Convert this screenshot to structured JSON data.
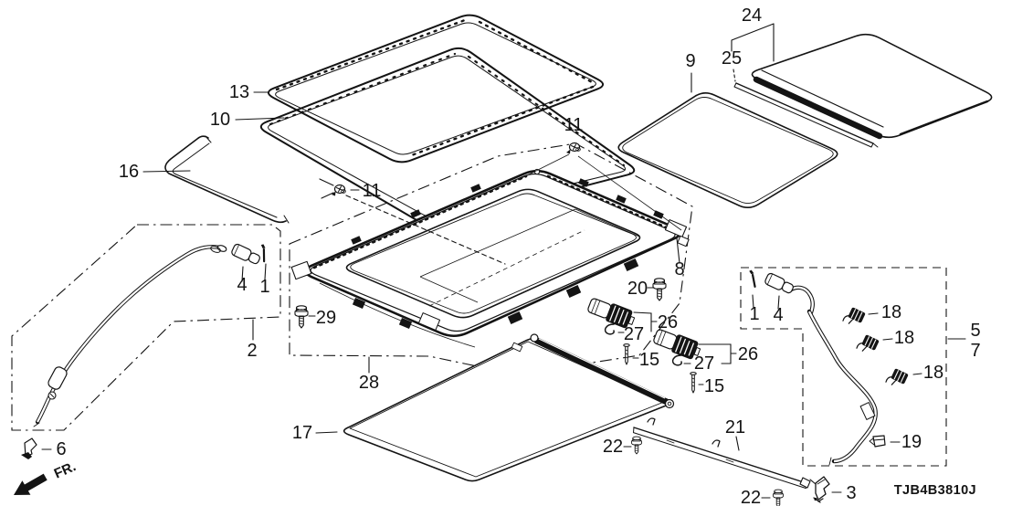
{
  "diagram": {
    "type": "exploded-parts-diagram",
    "subject": "sliding-roof",
    "code": "TJB4B3810J",
    "fr_label": "FR.",
    "colors": {
      "background": "#ffffff",
      "line": "#141414"
    },
    "callouts": [
      {
        "label": "13"
      },
      {
        "label": "10"
      },
      {
        "label": "16"
      },
      {
        "label": "11"
      },
      {
        "label": "11"
      },
      {
        "label": "9"
      },
      {
        "label": "24"
      },
      {
        "label": "25"
      },
      {
        "label": "8"
      },
      {
        "label": "20"
      },
      {
        "label": "4"
      },
      {
        "label": "1"
      },
      {
        "label": "29"
      },
      {
        "label": "2"
      },
      {
        "label": "28"
      },
      {
        "label": "6"
      },
      {
        "label": "17"
      },
      {
        "label": "26"
      },
      {
        "label": "27"
      },
      {
        "label": "15"
      },
      {
        "label": "26"
      },
      {
        "label": "27"
      },
      {
        "label": "15"
      },
      {
        "label": "21"
      },
      {
        "label": "22"
      },
      {
        "label": "22"
      },
      {
        "label": "3"
      },
      {
        "label": "1"
      },
      {
        "label": "4"
      },
      {
        "label": "18"
      },
      {
        "label": "18"
      },
      {
        "label": "18"
      },
      {
        "label": "19"
      },
      {
        "label": "5"
      },
      {
        "label": "7"
      }
    ]
  }
}
